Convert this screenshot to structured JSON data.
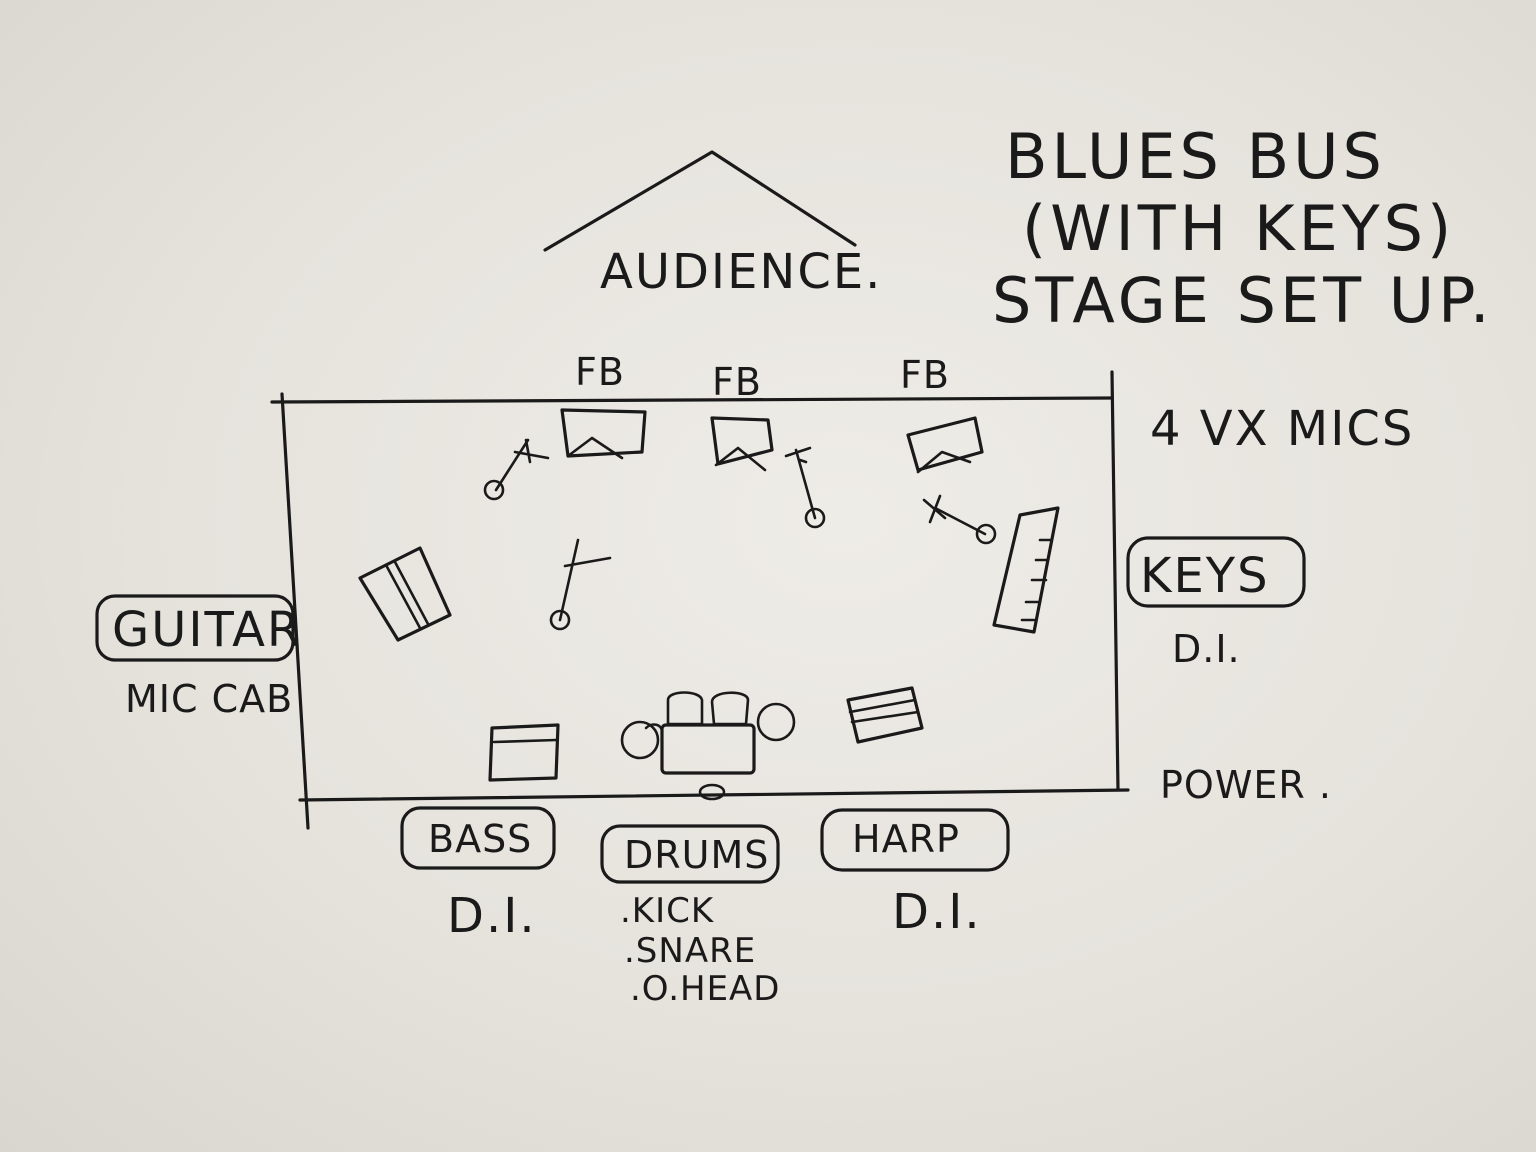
{
  "title": {
    "line1": "BLUES BUS",
    "line2": "(WITH KEYS)",
    "line3": "STAGE SET UP."
  },
  "audience": "AUDIENCE.",
  "foldback": [
    "FB",
    "FB",
    "FB"
  ],
  "vocal_mics_note": "4 VX MICS",
  "positions": {
    "guitar": {
      "label": "GUITAR",
      "note": "MIC CAB"
    },
    "keys": {
      "label": "KEYS",
      "note": "D.I."
    },
    "bass": {
      "label": "BASS",
      "note": "D.I."
    },
    "drums": {
      "label": "DRUMS",
      "notes": [
        ".KICK",
        ".SNARE",
        ".O.HEAD"
      ]
    },
    "harp": {
      "label": "HARP",
      "note": "D.I."
    }
  },
  "power_note": "POWER ."
}
